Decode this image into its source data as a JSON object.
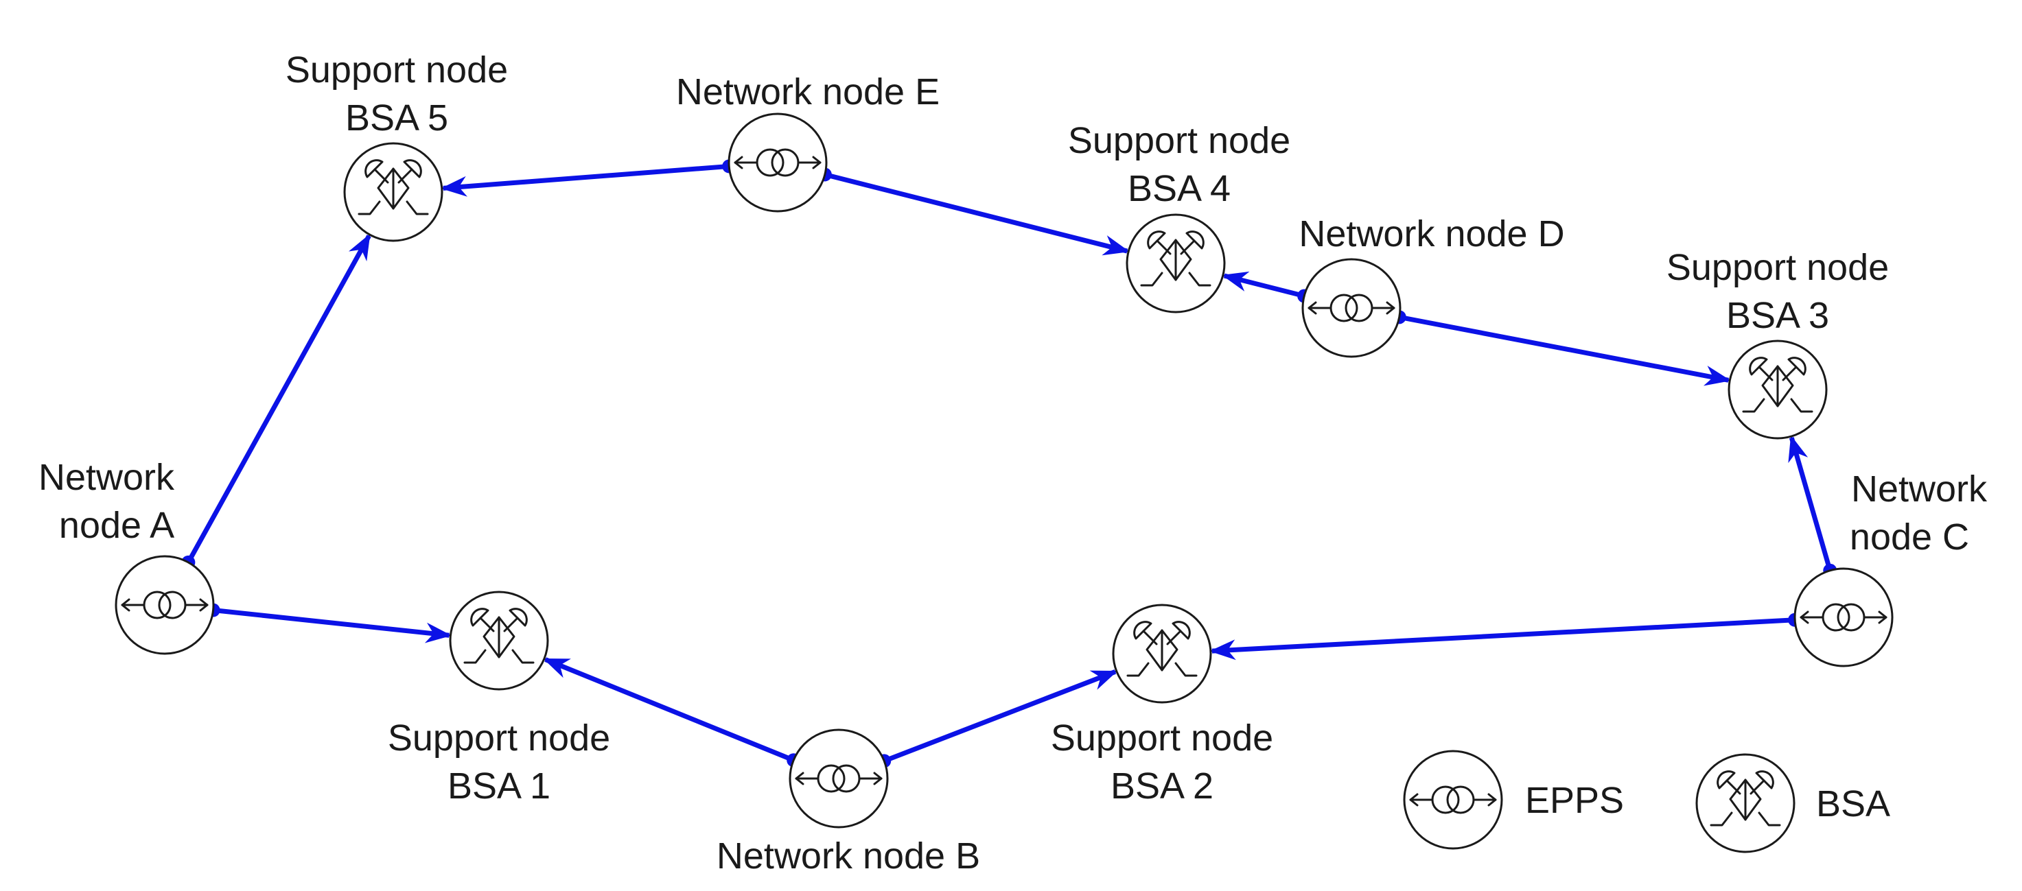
{
  "nodes": {
    "network_a": {
      "kind": "epps",
      "line1": "Network",
      "line2": "node A"
    },
    "network_b": {
      "kind": "epps",
      "line1": "Network node B"
    },
    "network_c": {
      "kind": "epps",
      "line1": "Network",
      "line2": "node C"
    },
    "network_d": {
      "kind": "epps",
      "line1": "Network node D"
    },
    "network_e": {
      "kind": "epps",
      "line1": "Network node E"
    },
    "support_1": {
      "kind": "bsa",
      "line1": "Support node",
      "line2": "BSA 1"
    },
    "support_2": {
      "kind": "bsa",
      "line1": "Support node",
      "line2": "BSA 2"
    },
    "support_3": {
      "kind": "bsa",
      "line1": "Support node",
      "line2": "BSA 3"
    },
    "support_4": {
      "kind": "bsa",
      "line1": "Support node",
      "line2": "BSA 4"
    },
    "support_5": {
      "kind": "bsa",
      "line1": "Support node",
      "line2": "BSA 5"
    }
  },
  "links": [
    {
      "from": "network_a",
      "to": "support_5"
    },
    {
      "from": "network_a",
      "to": "support_1"
    },
    {
      "from": "network_b",
      "to": "support_1"
    },
    {
      "from": "network_b",
      "to": "support_2"
    },
    {
      "from": "network_c",
      "to": "support_2"
    },
    {
      "from": "network_c",
      "to": "support_3"
    },
    {
      "from": "network_d",
      "to": "support_4"
    },
    {
      "from": "network_d",
      "to": "support_3"
    },
    {
      "from": "network_e",
      "to": "support_5"
    },
    {
      "from": "network_e",
      "to": "support_4"
    }
  ],
  "legend": {
    "epps": {
      "kind": "epps",
      "label": "EPPS"
    },
    "bsa": {
      "kind": "bsa",
      "label": "BSA"
    }
  },
  "colors": {
    "link": "#0b12e6",
    "outline": "#1a1a1a",
    "background": "#ffffff"
  }
}
